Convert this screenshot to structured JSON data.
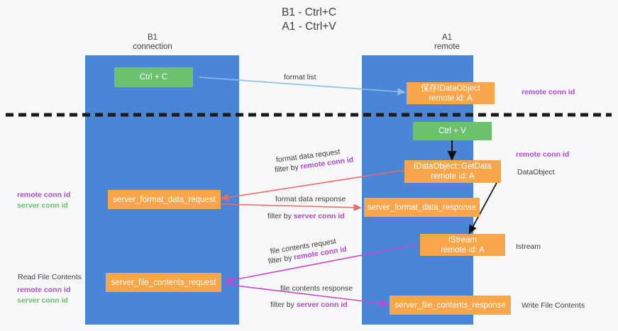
{
  "title": {
    "line1": "B1 - Ctrl+C",
    "line2": "A1 - Ctrl+V"
  },
  "lanes": [
    {
      "id": "b1",
      "name": "B1",
      "sub": "connection"
    },
    {
      "id": "a1",
      "name": "A1",
      "sub": "remote"
    }
  ],
  "nodes": {
    "ctrl_c": {
      "line1": "Ctrl + C",
      "line2": ""
    },
    "save_idataobject": {
      "line1": "保存IDataObject",
      "line2": "remote id: A"
    },
    "ctrl_v": {
      "line1": "Ctrl + V",
      "line2": ""
    },
    "getdata": {
      "line1": "IDataObject::GetData",
      "line2": "remote id: A"
    },
    "fmt_req": {
      "line1": "server_format_data_request",
      "line2": ""
    },
    "fmt_resp": {
      "line1": "server_format_data_response",
      "line2": ""
    },
    "istream": {
      "line1": "IStream",
      "line2": "remote id: A"
    },
    "file_req": {
      "line1": "server_file_contents_request",
      "line2": ""
    },
    "file_resp": {
      "line1": "server_file_contents_response",
      "line2": ""
    }
  },
  "edges": {
    "format_list": "format list",
    "format_data_request": "format data request",
    "format_data_request_f1": "filter by ",
    "format_data_request_f2": "remote conn id",
    "format_data_response": "format data response",
    "format_data_response_f1": "filter by ",
    "format_data_response_f2": "server conn id",
    "file_contents_request": "file contents request",
    "file_contents_request_f1": "filter by ",
    "file_contents_request_f2": "remote conn id",
    "file_contents_response": "file contents response",
    "file_contents_response_f1": "filter by ",
    "file_contents_response_f2": "server conn id"
  },
  "annotations": {
    "right_remote_conn_id_top": "remote conn id",
    "right_remote_conn_id_mid": "remote conn id",
    "right_dataobject": "DataObject",
    "right_istream": "Istream",
    "right_write_file_contents": "Write File Contents",
    "left_remote_conn_id_mid": "remote conn id",
    "left_server_conn_id_mid": "server conn id",
    "left_read_file_contents": "Read File Contents",
    "left_remote_conn_id_bot": "remote conn id",
    "left_server_conn_id_bot": "server conn id"
  },
  "colors": {
    "lane": "#4a86d8",
    "green": "#6bc16e",
    "orange": "#f9a64a",
    "purple": "#b44ad0",
    "red_arrow": "#ea6a6a",
    "blue_arrow": "#8fbce8",
    "magenta_arrow": "#cc44cc",
    "divider": "#1a1a1a",
    "background": "#f7f8f9",
    "text": "#3c4043"
  }
}
